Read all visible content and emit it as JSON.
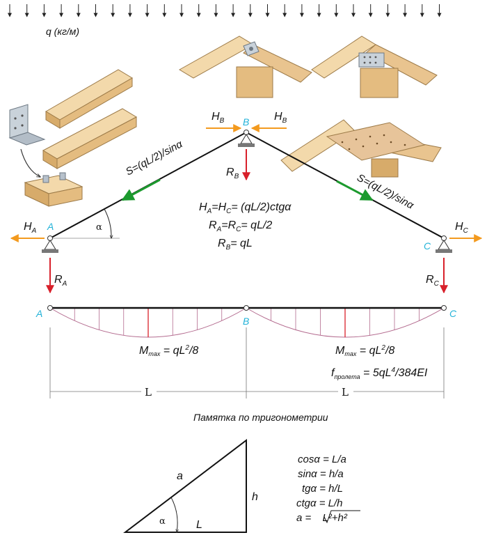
{
  "load": {
    "label": "q (кг/м)"
  },
  "nodes": {
    "a": "A",
    "b": "B",
    "c": "C"
  },
  "forces": {
    "ha": {
      "main": "H",
      "sub": "A"
    },
    "hb_left": {
      "main": "H",
      "sub": "B"
    },
    "hb_right": {
      "main": "H",
      "sub": "B"
    },
    "hc": {
      "main": "H",
      "sub": "C"
    },
    "ra": {
      "main": "R",
      "sub": "A"
    },
    "rb": {
      "main": "R",
      "sub": "B"
    },
    "rc": {
      "main": "R",
      "sub": "C"
    }
  },
  "rafters": {
    "left_force": "S=(qL/2)/sinα",
    "right_force": "S=(qL/2)/sinα"
  },
  "angle_label": "α",
  "formulas": {
    "h_line": {
      "p1": "H",
      "s1": "A",
      "p2": "=H",
      "s2": "C",
      "p3": "= (qL/2)ctgα"
    },
    "r_ac": {
      "p1": "R",
      "s1": "A",
      "p2": "=R",
      "s2": "C",
      "p3": "= qL/2"
    },
    "r_b": {
      "p1": "R",
      "s1": "B",
      "p2": "= qL"
    }
  },
  "beam": {
    "moment_left": {
      "main": "M",
      "sub": "max",
      "rest": " = qL",
      "sup": "2",
      "tail": "/8"
    },
    "moment_right": {
      "main": "M",
      "sub": "max",
      "rest": " = qL",
      "sup": "2",
      "tail": "/8"
    },
    "deflection": {
      "main": "f",
      "sub": "пролета",
      "rest": " = 5qL",
      "sup": "4",
      "tail": "/384EI"
    },
    "span_left": "L",
    "span_right": "L"
  },
  "trig": {
    "title": "Памятка по тригонометрии",
    "hyp": "a",
    "height": "h",
    "base": "L",
    "angle": "α",
    "cos": "cosα = L/a",
    "sin": "sinα = h/a",
    "tg": "tgα = h/L",
    "ctg": "ctgα = L/h",
    "a_prefix": "a = ",
    "a_radicand": "L²+h²"
  },
  "colors": {
    "horizontal_force": "#f39a1e",
    "vertical_force": "#d8202a",
    "compression": "#1c9a2e",
    "node_label": "#22b2d8",
    "moment_curve": "#b36a8e",
    "wood": "#e9c48f"
  }
}
